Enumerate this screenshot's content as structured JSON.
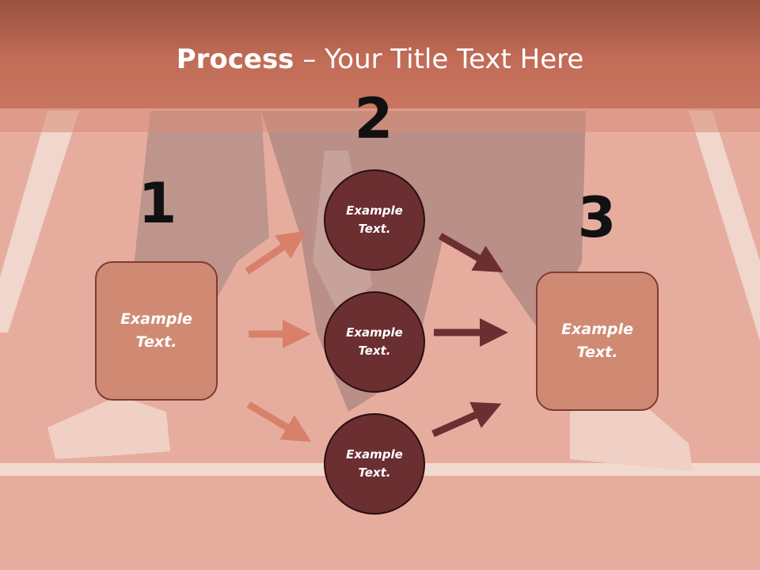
{
  "title": {
    "bold": "Process",
    "rest": " – Your Title Text Here"
  },
  "steps": [
    {
      "number": "1",
      "text": "Example Text."
    },
    {
      "number": "2"
    },
    {
      "number": "3",
      "text": "Example Text."
    }
  ],
  "circles": [
    {
      "text": "Example Text."
    },
    {
      "text": "Example Text."
    },
    {
      "text": "Example Text."
    }
  ],
  "colors": {
    "header": "#c26c57",
    "box_fill": "#d08a74",
    "circle_fill": "#6b2e31",
    "arrow_light": "#d9806a",
    "arrow_dark": "#6b2e31"
  }
}
